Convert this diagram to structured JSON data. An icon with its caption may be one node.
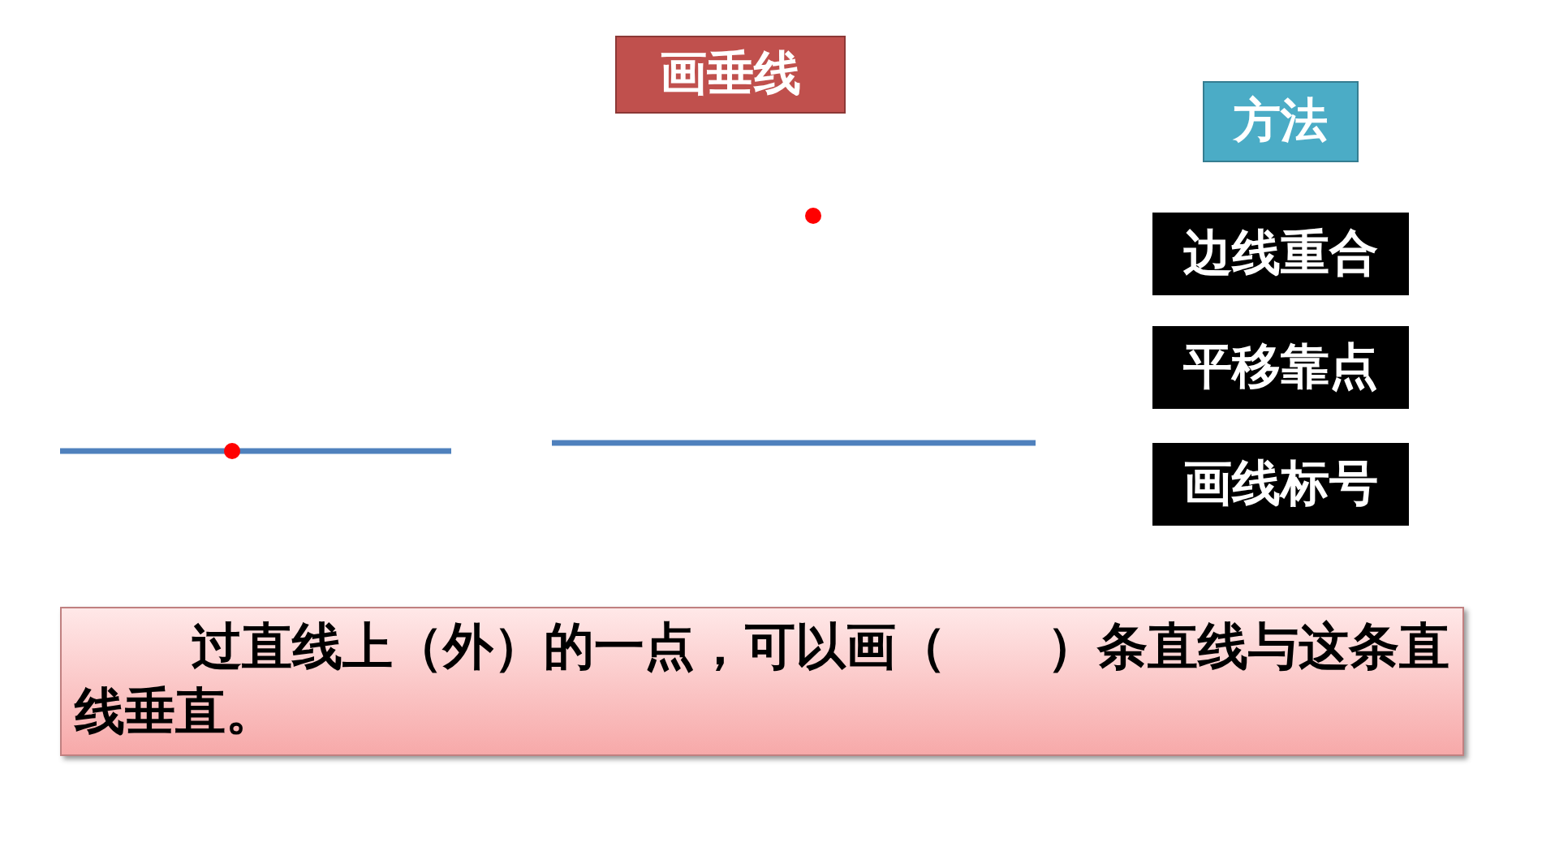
{
  "diagram": {
    "title": "画垂线",
    "nodes": [
      {
        "text": [
          "方法"
        ]
      },
      {
        "text": [
          "边线重合"
        ]
      },
      {
        "text": [
          "平移靠点"
        ]
      },
      {
        "text": [
          "画线标号"
        ]
      },
      {
        "text": [
          "过直线上（外）的一点，可以画（　　）条直线与这条直线垂直。"
        ]
      }
    ]
  }
}
